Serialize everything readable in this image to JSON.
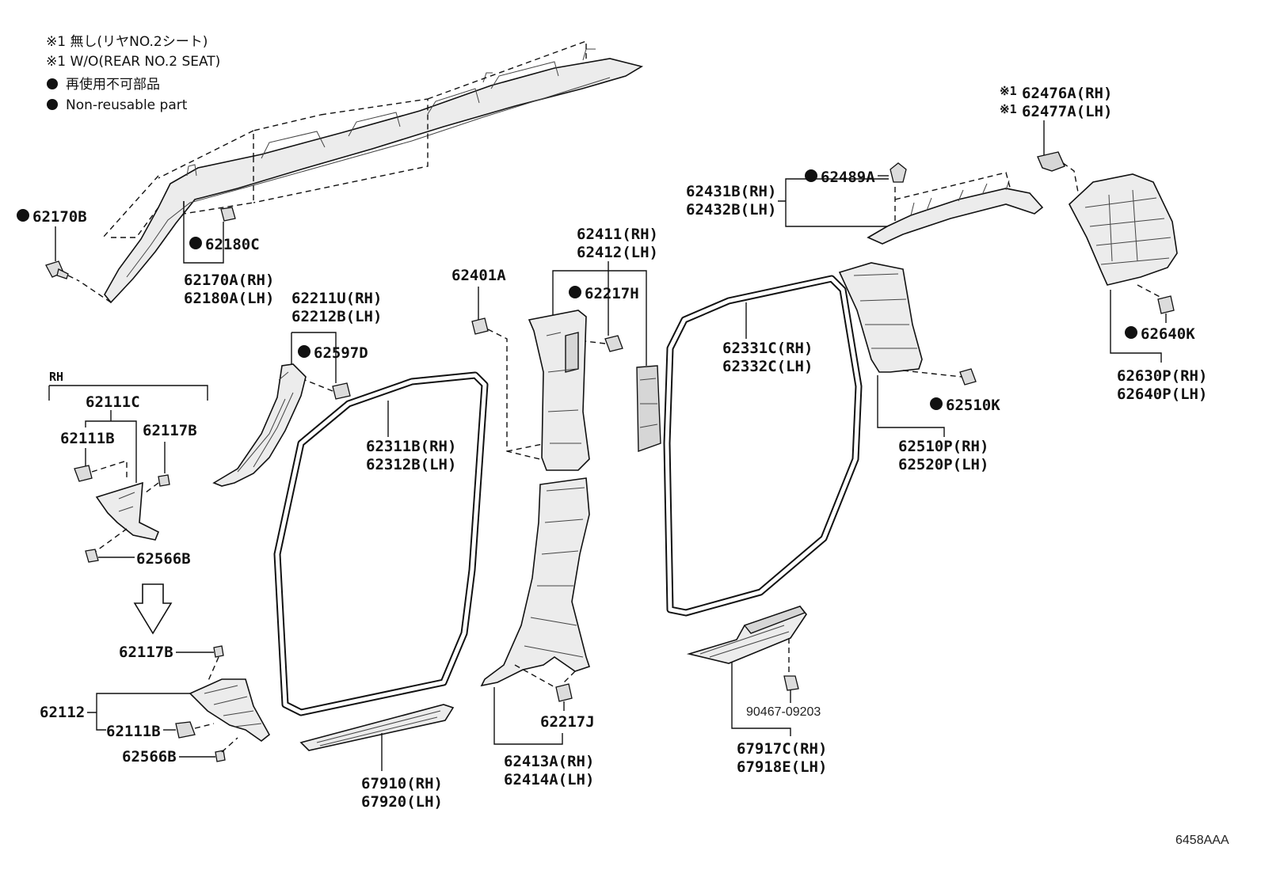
{
  "legend": {
    "note1_jp": "※1 無し(リヤNO.2シート)",
    "note1_en": "※1 W/O(REAR NO.2 SEAT)",
    "nonreusable_jp": "再使用不可部品",
    "nonreusable_en": "Non-reusable part"
  },
  "labels": {
    "l62170B": "62170B",
    "l62180C": "62180C",
    "l62170A": "62170A(RH)",
    "l62180A": "62180A(LH)",
    "lRH": "RH",
    "l62111C": "62111C",
    "l62111B_a": "62111B",
    "l62117B_a": "62117B",
    "l62566B_a": "62566B",
    "l62117B_b": "62117B",
    "l62112": "62112",
    "l62111B_b": "62111B",
    "l62566B_b": "62566B",
    "l62211U": "62211U(RH)",
    "l62212B": "62212B(LH)",
    "l62597D": "62597D",
    "l62311B": "62311B(RH)",
    "l62312B": "62312B(LH)",
    "l67910": "67910(RH)",
    "l67920": "67920(LH)",
    "l62401A": "62401A",
    "l62411": "62411(RH)",
    "l62412": "62412(LH)",
    "l62217H": "62217H",
    "l62217J": "62217J",
    "l62413A": "62413A(RH)",
    "l62414A": "62414A(LH)",
    "l62331C": "62331C(RH)",
    "l62332C": "62332C(LH)",
    "l90467": "90467-09203",
    "l67917C": "67917C(RH)",
    "l67918E": "67918E(LH)",
    "l62489A": "62489A",
    "l62431B": "62431B(RH)",
    "l62432B": "62432B(LH)",
    "l62510K": "62510K",
    "l62510P": "62510P(RH)",
    "l62520P": "62520P(LH)",
    "l62476A_mark": "※1",
    "l62476A": "62476A(RH)",
    "l62477A_mark": "※1",
    "l62477A": "62477A(LH)",
    "l62640K": "62640K",
    "l62630P": "62630P(RH)",
    "l62640P": "62640P(LH)"
  },
  "illustration_code": "6458AAA"
}
